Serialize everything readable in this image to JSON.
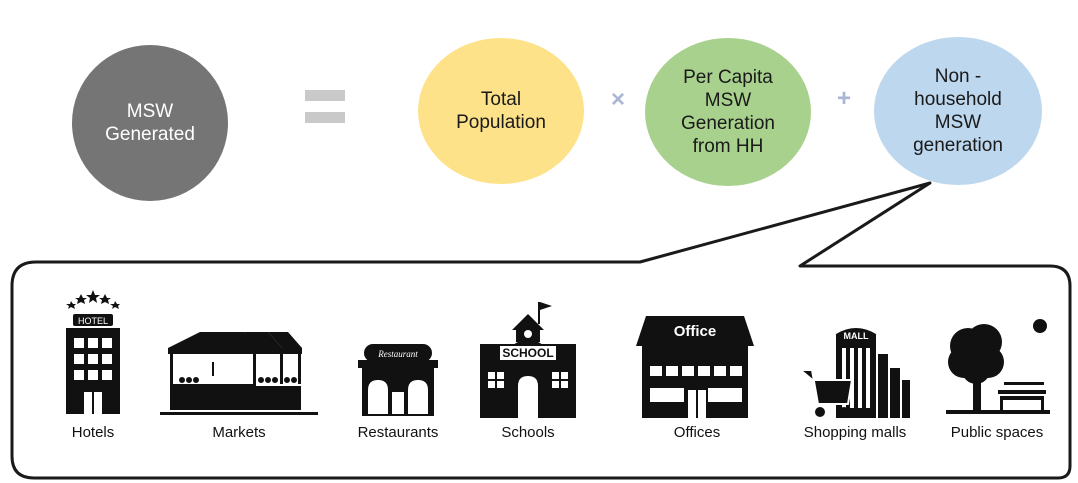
{
  "equation": {
    "result": "MSW\nGenerated",
    "equals_symbol": "=",
    "term1": "Total\nPopulation",
    "multiply_symbol": "×",
    "term2": "Per Capita\nMSW\nGeneration\nfrom HH",
    "plus_symbol": "+",
    "term3": "Non -\nhousehold\nMSW\ngeneration"
  },
  "sources": {
    "items": [
      {
        "label": "Hotels",
        "icon": "hotel-icon",
        "sign_text": "HOTEL"
      },
      {
        "label": "Markets",
        "icon": "market-icon"
      },
      {
        "label": "Restaurants",
        "icon": "restaurant-icon",
        "sign_text": "Restaurant"
      },
      {
        "label": "Schools",
        "icon": "school-icon",
        "sign_text": "SCHOOL"
      },
      {
        "label": "Offices",
        "icon": "office-icon",
        "sign_text": "Office"
      },
      {
        "label": "Shopping malls",
        "icon": "shopping-mall-icon",
        "sign_text": "MALL"
      },
      {
        "label": "Public spaces",
        "icon": "public-space-icon"
      }
    ]
  },
  "colors": {
    "result_circle": "#757575",
    "population_circle": "#fde289",
    "per_capita_circle": "#a8d18d",
    "non_household_circle": "#bdd7ee",
    "operator": "#aab6d6",
    "icon": "#111111"
  }
}
